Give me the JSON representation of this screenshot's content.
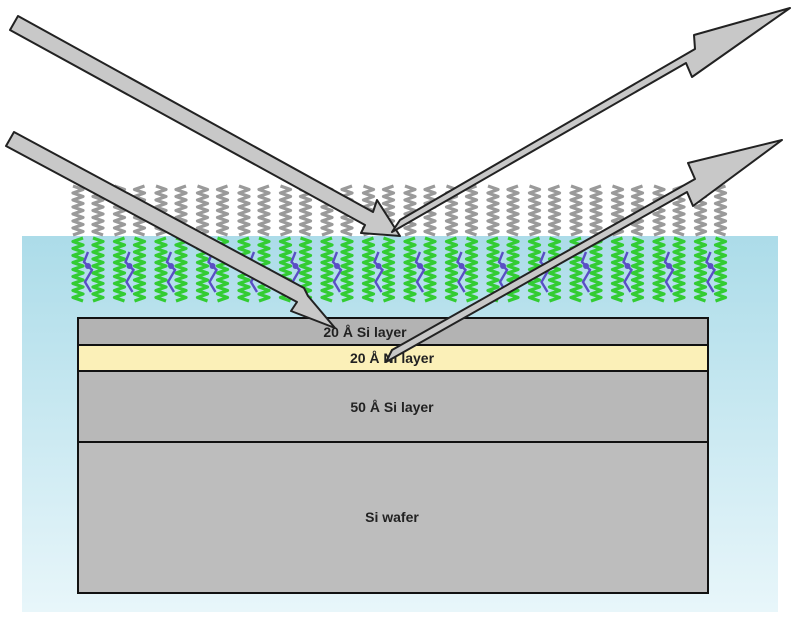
{
  "layers": [
    {
      "id": "si-top",
      "label": "20 Å Si layer",
      "color": "#b3b3b3"
    },
    {
      "id": "ni",
      "label": "20 Å Ni layer",
      "color": "#fbf0b8"
    },
    {
      "id": "si-mid",
      "label": "50 Å Si layer",
      "color": "#b8b8b8"
    },
    {
      "id": "wafer",
      "label": "Si wafer",
      "color": "#bdbdbd"
    }
  ],
  "colors": {
    "water": "#b9e3ee",
    "helix_head": "#9a9a9a",
    "helix_tail": "#33cc33",
    "helix_core": "#5a4fc4",
    "arrow_fill": "#c8c8c8",
    "arrow_stroke": "#222222"
  },
  "molecule_count": 16
}
